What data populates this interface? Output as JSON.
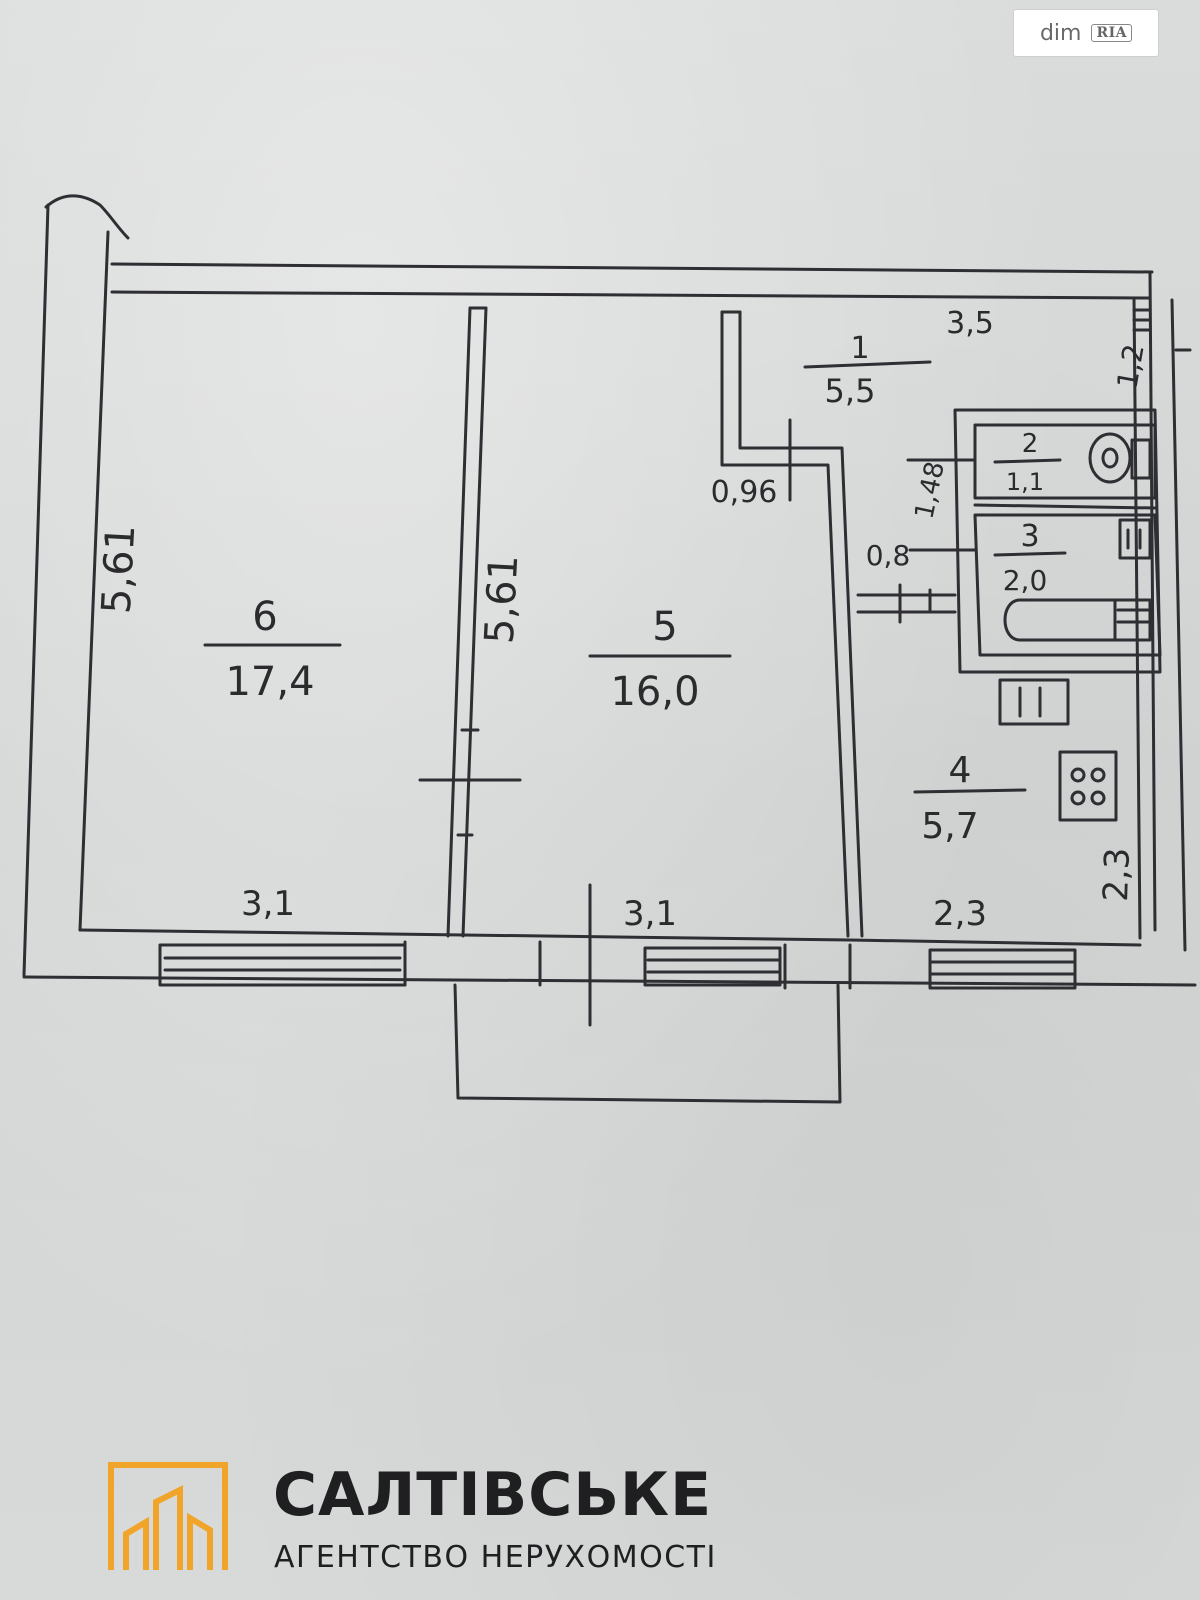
{
  "watermark": {
    "brand": "dim",
    "badge": "RIA"
  },
  "plan": {
    "rooms": [
      {
        "number": "1",
        "area": "5,5"
      },
      {
        "number": "2",
        "area": "1,1"
      },
      {
        "number": "3",
        "area": "2,0"
      },
      {
        "number": "4",
        "area": "5,7"
      },
      {
        "number": "5",
        "area": "16,0"
      },
      {
        "number": "6",
        "area": "17,4"
      }
    ],
    "dimensions": {
      "room6_height": "5,61",
      "room5_height": "5,61",
      "room6_width": "3,1",
      "room5_width": "3,1",
      "room4_width": "2,3",
      "room4_height": "2,3",
      "hall_width": "3,5",
      "hall_side": "1,2",
      "corridor_width": "0,96",
      "bath_width": "0,8",
      "wc_height": "1,48"
    }
  },
  "agency": {
    "name": "САЛТІВСЬКЕ",
    "subtitle": "АГЕНТСТВО НЕРУХОМОСТІ",
    "accent_color": "#f0a52a"
  }
}
